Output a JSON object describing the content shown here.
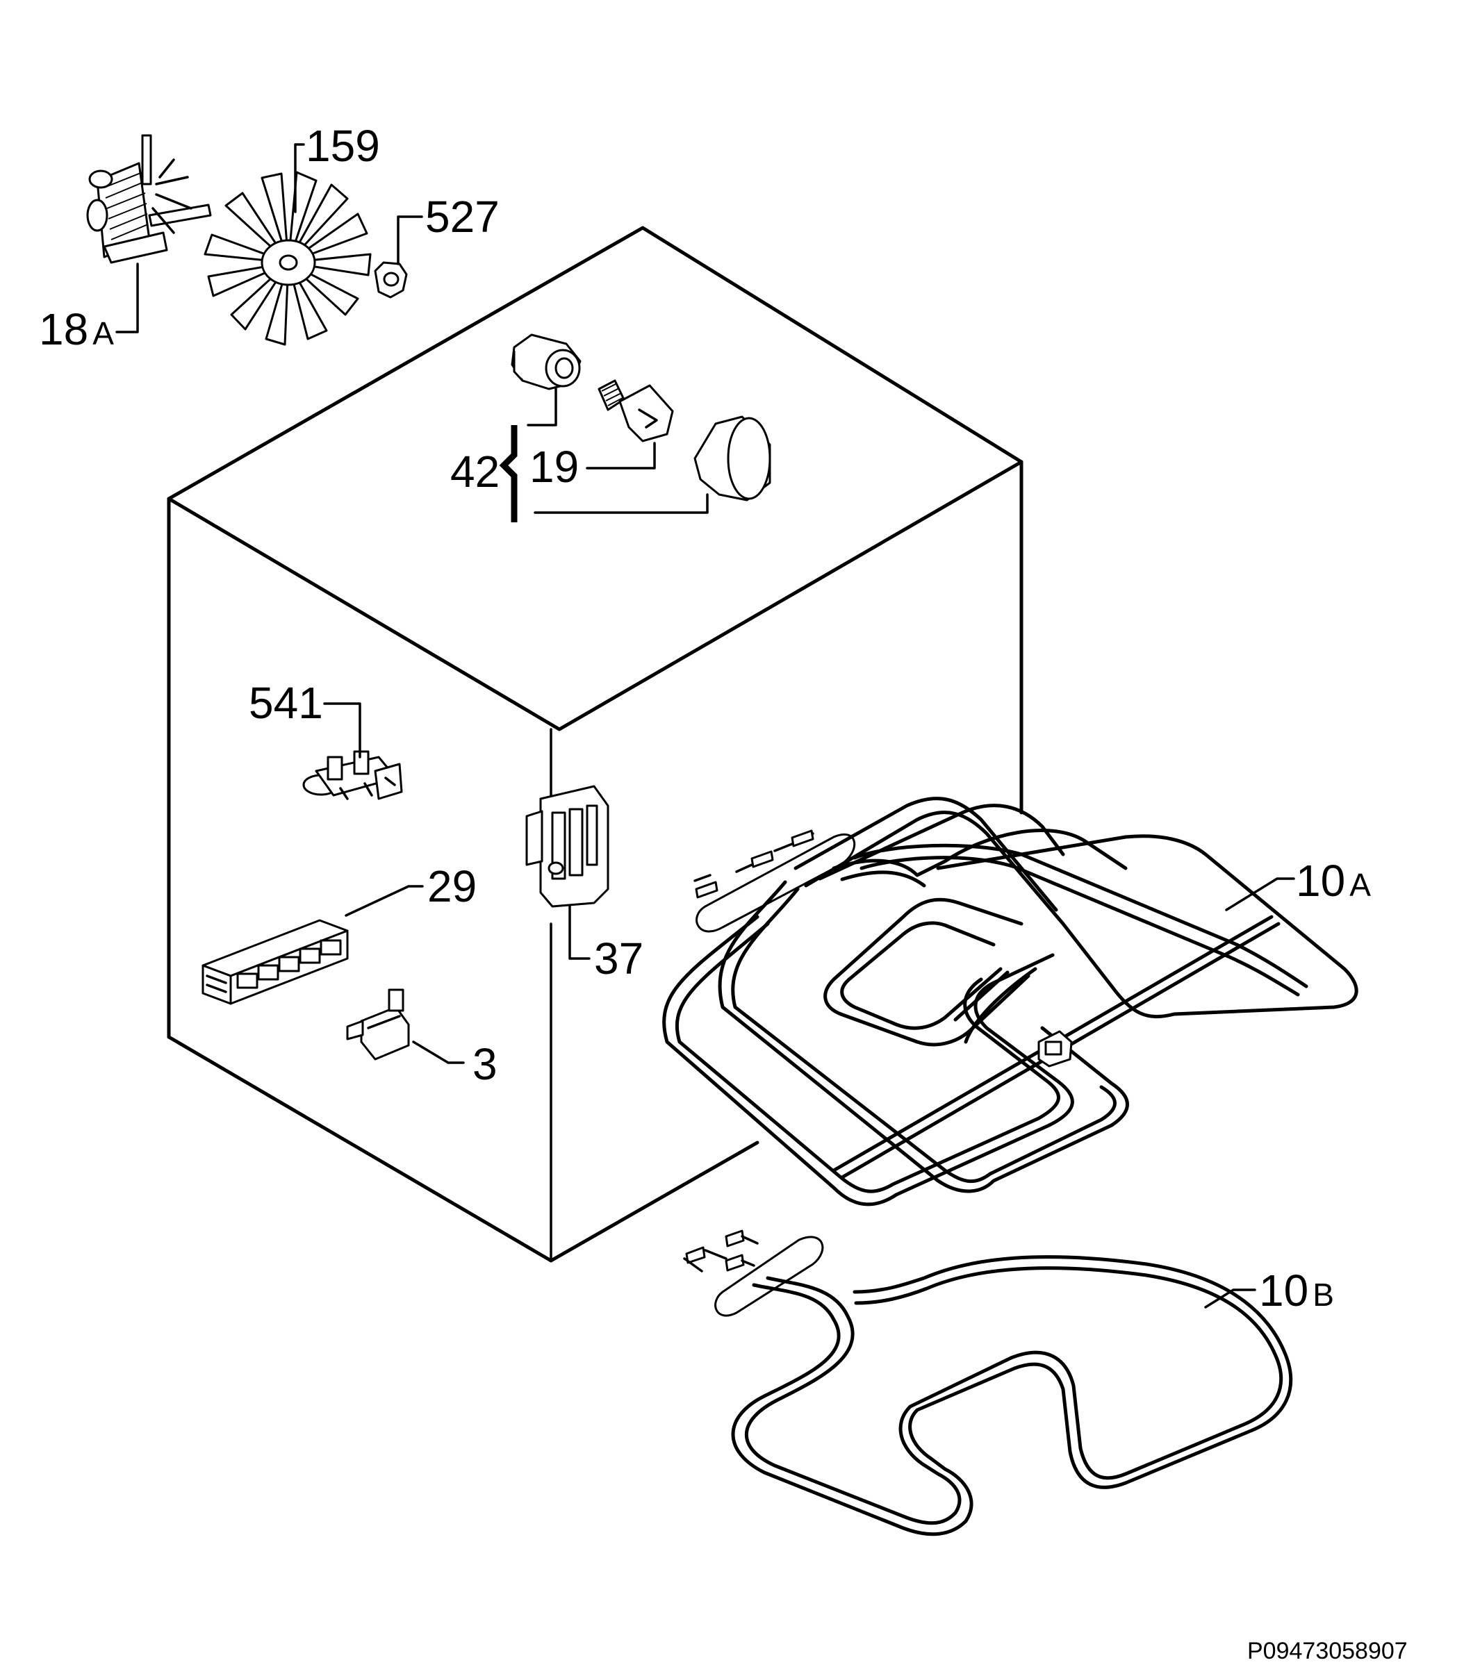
{
  "labels": {
    "fan_motor": {
      "num": "18",
      "suffix": "A"
    },
    "fan_blade": {
      "num": "159"
    },
    "nut": {
      "num": "527"
    },
    "lamp_assembly": {
      "num": "42"
    },
    "lamp_bulb": {
      "num": "19"
    },
    "igniter": {
      "num": "541"
    },
    "control_unit": {
      "num": "29"
    },
    "thermostat": {
      "num": "3"
    },
    "bracket": {
      "num": "37"
    },
    "upper_element": {
      "num": "10",
      "suffix": "A"
    },
    "lower_element": {
      "num": "10",
      "suffix": "B"
    }
  },
  "footer": {
    "code": "P09473058907"
  }
}
